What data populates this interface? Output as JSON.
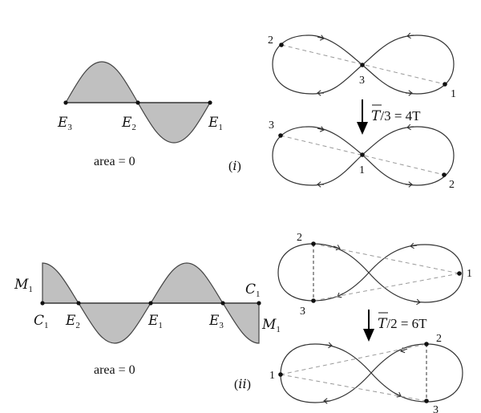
{
  "panel_i": {
    "tag": "(i)",
    "wave": {
      "labels": {
        "E3": "E",
        "E3_sub": "3",
        "E2": "E",
        "E2_sub": "2",
        "E1": "E",
        "E1_sub": "1"
      },
      "caption": "area = 0"
    },
    "orbit_top": {
      "p1": "1",
      "p2": "2",
      "p3": "3"
    },
    "transition": {
      "label_pre": "T",
      "label_post": "/3 = 4T"
    },
    "orbit_bottom": {
      "p1": "1",
      "p2": "2",
      "p3": "3"
    }
  },
  "panel_ii": {
    "tag": "(ii)",
    "wave": {
      "labels": {
        "M1_left": "M",
        "M1_left_sub": "1",
        "C1_left": "C",
        "C1_left_sub": "1",
        "E2": "E",
        "E2_sub": "2",
        "E1": "E",
        "E1_sub": "1",
        "E3": "E",
        "E3_sub": "3",
        "C1_right": "C",
        "C1_right_sub": "1",
        "M1_right": "M",
        "M1_right_sub": "1"
      },
      "caption": "area = 0"
    },
    "orbit_top": {
      "p1": "1",
      "p2": "2",
      "p3": "3"
    },
    "transition": {
      "label_pre": "T",
      "label_post": "/2 = 6T"
    },
    "orbit_bottom": {
      "p1": "1",
      "p2": "2",
      "p3": "3"
    }
  },
  "colors": {
    "fill": "#c0c0c0",
    "stroke": "#333333",
    "dash": "#999999"
  }
}
